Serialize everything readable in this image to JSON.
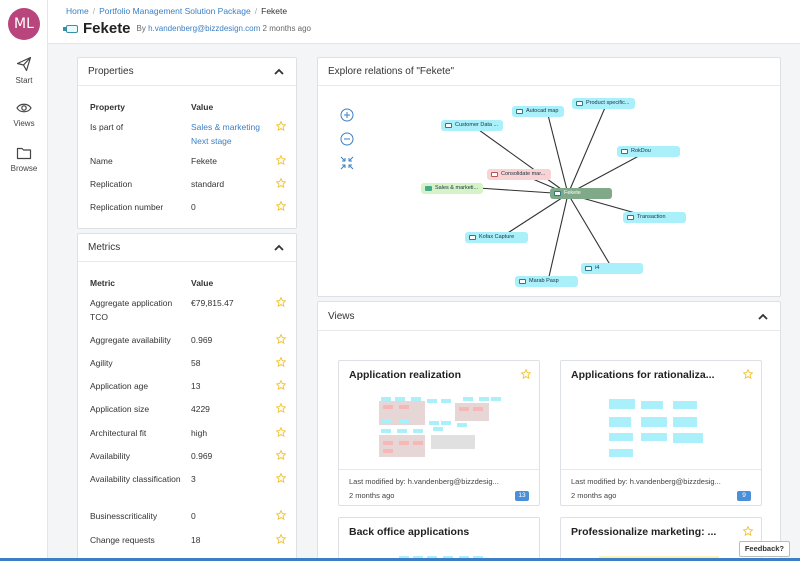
{
  "user": {
    "initials": "ML",
    "avatar_color": "#b8457c"
  },
  "rail": {
    "items": [
      {
        "label": "Start",
        "icon": "paper-plane-icon"
      },
      {
        "label": "Views",
        "icon": "eye-icon"
      },
      {
        "label": "Browse",
        "icon": "folder-icon"
      }
    ]
  },
  "breadcrumb": {
    "home": "Home",
    "package": "Portfolio Management Solution Package",
    "current": "Fekete"
  },
  "header": {
    "title": "Fekete",
    "by_prefix": "By",
    "author": "h.vandenberg@bizzdesign.com",
    "age": "2 months ago"
  },
  "properties": {
    "title": "Properties",
    "col_property": "Property",
    "col_value": "Value",
    "rows": [
      {
        "key": "Is part of",
        "links": [
          "Sales & marketing",
          "Next stage"
        ]
      },
      {
        "key": "Name",
        "value": "Fekete"
      },
      {
        "key": "Replication",
        "value": "standard"
      },
      {
        "key": "Replication number",
        "value": "0"
      }
    ]
  },
  "metrics": {
    "title": "Metrics",
    "col_metric": "Metric",
    "col_value": "Value",
    "rows": [
      {
        "key": "Aggregate application TCO",
        "value": "€79,815.47"
      },
      {
        "key": "Aggregate availability",
        "value": "0.969"
      },
      {
        "key": "Agility",
        "value": "58"
      },
      {
        "key": "Application age",
        "value": "13"
      },
      {
        "key": "Application size",
        "value": "4229"
      },
      {
        "key": "Architectural fit",
        "value": "high"
      },
      {
        "key": "Availability",
        "value": "0.969"
      },
      {
        "key": "Availability classification",
        "value": "3"
      },
      {
        "key": "Businesscriticality",
        "value": "0"
      },
      {
        "key": "Change requests",
        "value": "18"
      }
    ]
  },
  "explore": {
    "title": "Explore relations of \"Fekete\"",
    "center": "Fekete",
    "nodes": [
      {
        "label": "Product specific...",
        "style": "cyan"
      },
      {
        "label": "Autocad map",
        "style": "cyan"
      },
      {
        "label": "Customer Data ...",
        "style": "cyan"
      },
      {
        "label": "RokDou",
        "style": "cyan"
      },
      {
        "label": "Consolidate mar...",
        "style": "pink"
      },
      {
        "label": "Sales & marketi...",
        "style": "green"
      },
      {
        "label": "Transaction",
        "style": "cyan"
      },
      {
        "label": "Kofax Capture",
        "style": "cyan"
      },
      {
        "label": "i4",
        "style": "cyan"
      },
      {
        "label": "Marab Pasp",
        "style": "cyan"
      }
    ]
  },
  "views": {
    "title": "Views",
    "modified_prefix": "Last modified by:",
    "cards": [
      {
        "title": "Application realization",
        "author": "h.vandenberg@bizzdesig...",
        "age": "2 months ago",
        "count": "13"
      },
      {
        "title": "Applications for rationaliza...",
        "author": "h.vandenberg@bizzdesig...",
        "age": "2 months ago",
        "count": "9"
      },
      {
        "title": "Back office applications"
      },
      {
        "title": "Professionalize marketing: ..."
      }
    ]
  },
  "feedback": "Feedback?",
  "colors": {
    "link": "#3b7fc4",
    "star": "#f2c230",
    "center_node": "#7fa988",
    "cyan_node": "#a9f0fb"
  }
}
